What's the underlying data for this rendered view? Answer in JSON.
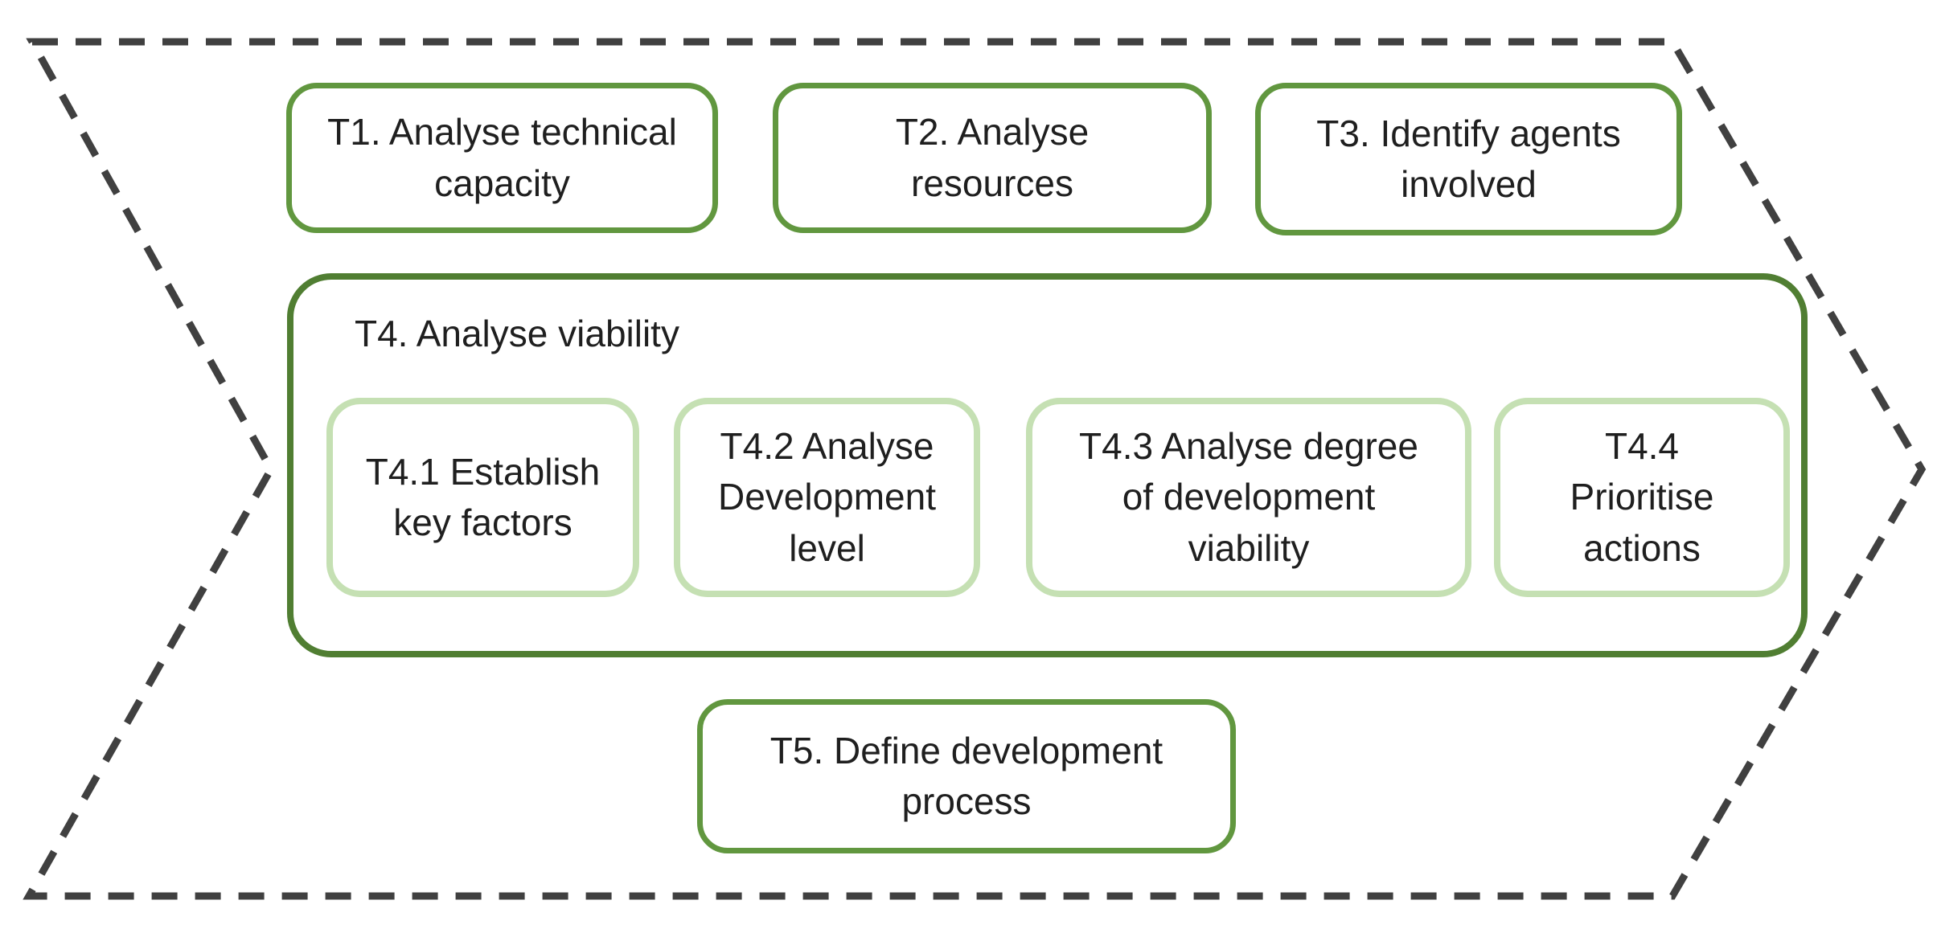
{
  "diagram": {
    "type": "process-chevron",
    "colors": {
      "background": "#FFFFFF",
      "outline_dash": "#404040",
      "task_border": "#61973F",
      "container_border": "#507E32",
      "subtask_border": "#C5E0B3",
      "text": "#1F1F1F"
    },
    "tasks": {
      "t1": {
        "label": "T1. Analyse technical\ncapacity"
      },
      "t2": {
        "label": "T2. Analyse\nresources"
      },
      "t3": {
        "label": "T3. Identify agents\ninvolved"
      },
      "t4": {
        "label": "T4. Analyse viability",
        "subtasks": {
          "t41": {
            "label": "T4.1 Establish\nkey factors"
          },
          "t42": {
            "label": "T4.2 Analyse\nDevelopment\nlevel"
          },
          "t43": {
            "label": "T4.3 Analyse degree\nof development\nviability"
          },
          "t44": {
            "label": "T4.4\nPrioritise\nactions"
          }
        }
      },
      "t5": {
        "label": "T5. Define development\nprocess"
      }
    }
  }
}
